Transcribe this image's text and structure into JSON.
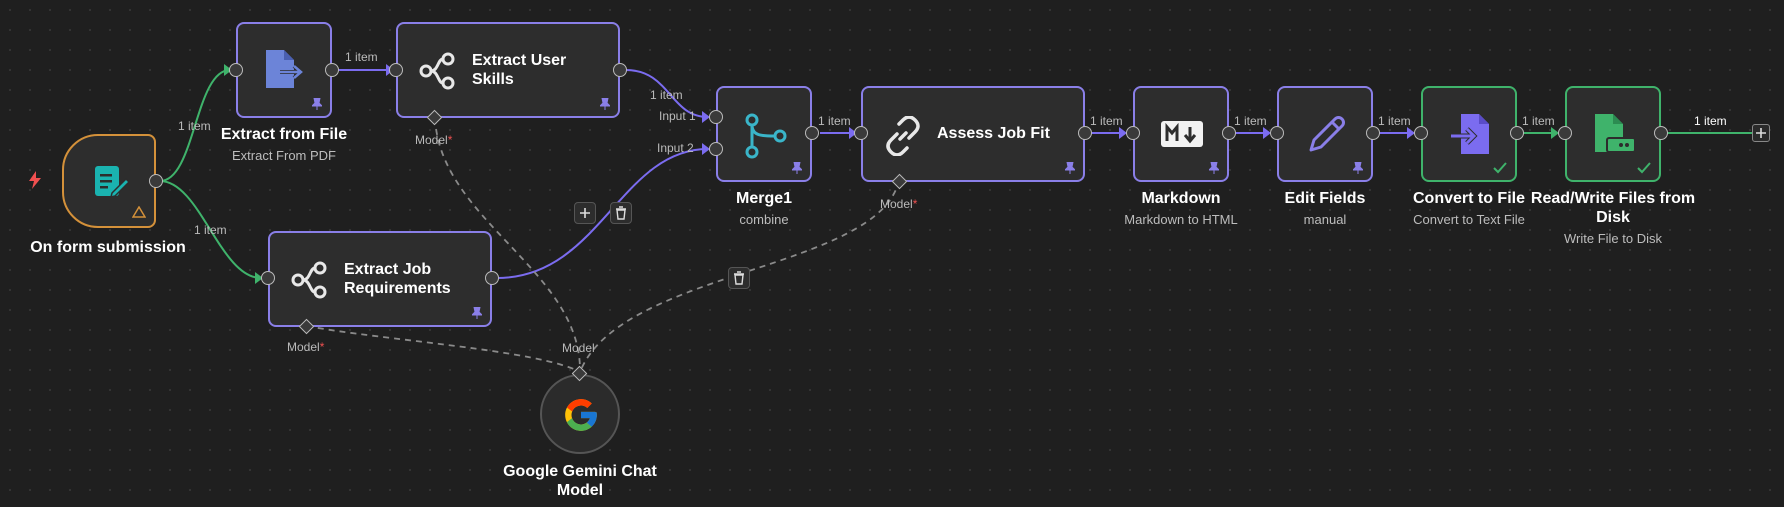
{
  "nodes": {
    "form_trigger": {
      "title": "On form submission"
    },
    "extract_file": {
      "title": "Extract from File",
      "subtitle": "Extract From PDF"
    },
    "extract_skills": {
      "title": "Extract User Skills"
    },
    "extract_job": {
      "title": "Extract Job Requirements"
    },
    "merge": {
      "title": "Merge1",
      "subtitle": "combine",
      "input1": "Input 1",
      "input2": "Input 2"
    },
    "assess": {
      "title": "Assess Job Fit"
    },
    "markdown": {
      "title": "Markdown",
      "subtitle": "Markdown to HTML"
    },
    "edit_fields": {
      "title": "Edit Fields",
      "subtitle": "manual"
    },
    "convert": {
      "title": "Convert to File",
      "subtitle": "Convert to Text File"
    },
    "write_file": {
      "title": "Read/Write Files from Disk",
      "subtitle": "Write File to Disk"
    },
    "gemini": {
      "title": "Google Gemini Chat Model"
    }
  },
  "labels": {
    "item": "1 item",
    "model": "Model",
    "required": "*"
  },
  "colors": {
    "canvas": "#1f1f1f",
    "node_border": "#8a7fe8",
    "trigger_border": "#d4913a",
    "success": "#3fb36b",
    "edge_main": "#7b6cf0",
    "edge_green": "#3fb36b"
  },
  "icons": {
    "form_trigger": "form-edit-icon",
    "extract_file": "file-export-icon",
    "extract_skills": "share-nodes-icon",
    "extract_job": "share-nodes-icon",
    "merge": "merge-icon",
    "assess": "link-icon",
    "markdown": "markdown-icon",
    "edit_fields": "pencil-icon",
    "convert": "file-import-icon",
    "write_file": "file-disk-icon",
    "gemini": "google-icon"
  }
}
